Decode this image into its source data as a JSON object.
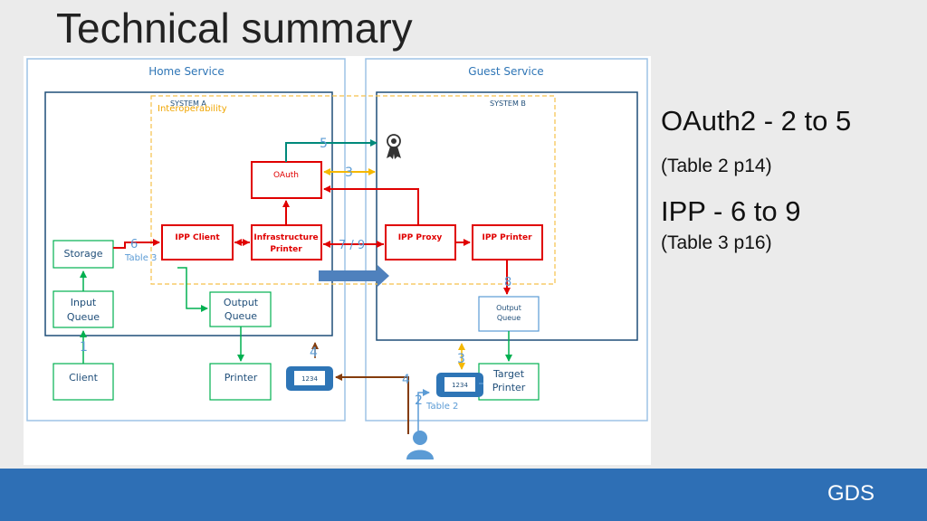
{
  "title": "Technical summary",
  "diagram": {
    "home_service": "Home Service",
    "guest_service": "Guest Service",
    "system_a": "SYSTEM A",
    "system_b": "SYSTEM B",
    "interoperability": "Interoperability",
    "oauth": "OAuth",
    "ipp_client": "IPP Client",
    "infrastructure_printer_1": "Infrastructure",
    "infrastructure_printer_2": "Printer",
    "ipp_proxy": "IPP Proxy",
    "ipp_printer": "IPP Printer",
    "storage": "Storage",
    "input_queue_1": "Input",
    "input_queue_2": "Queue",
    "output_queue_1": "Output",
    "output_queue_2": "Queue",
    "guest_output_queue_1": "Output",
    "guest_output_queue_2": "Queue",
    "client": "Client",
    "printer": "Printer",
    "target_printer_1": "Target",
    "target_printer_2": "Printer",
    "device_code": "1234",
    "step_1": "1",
    "step_2": "2",
    "step_3_oauth": "3",
    "step_3_target": "3",
    "step_4_home": "4",
    "step_4_guest": "4",
    "step_5": "5",
    "step_6": "6",
    "step_7_9": "7 / 9",
    "step_8": "8",
    "table_3": "Table 3",
    "table_2": "Table 2"
  },
  "notes": {
    "oauth_heading": "OAuth2 - 2 to 5",
    "oauth_ref": "(Table 2 p14)",
    "ipp_heading": "IPP - 6 to 9",
    "ipp_ref": "(Table 3 p16)"
  },
  "footer": {
    "label": "GDS"
  },
  "colors": {
    "blue_line": "#5b9bd5",
    "dark_blue": "#1f4e79",
    "red": "#e00000",
    "green": "#00b050",
    "teal": "#00897b",
    "gold": "#f5b800",
    "brown": "#843c0c",
    "footer": "#2e6fb5"
  },
  "icons": {
    "badge": "certificate-ribbon-icon",
    "user": "person-icon",
    "device": "card-reader-icon"
  }
}
